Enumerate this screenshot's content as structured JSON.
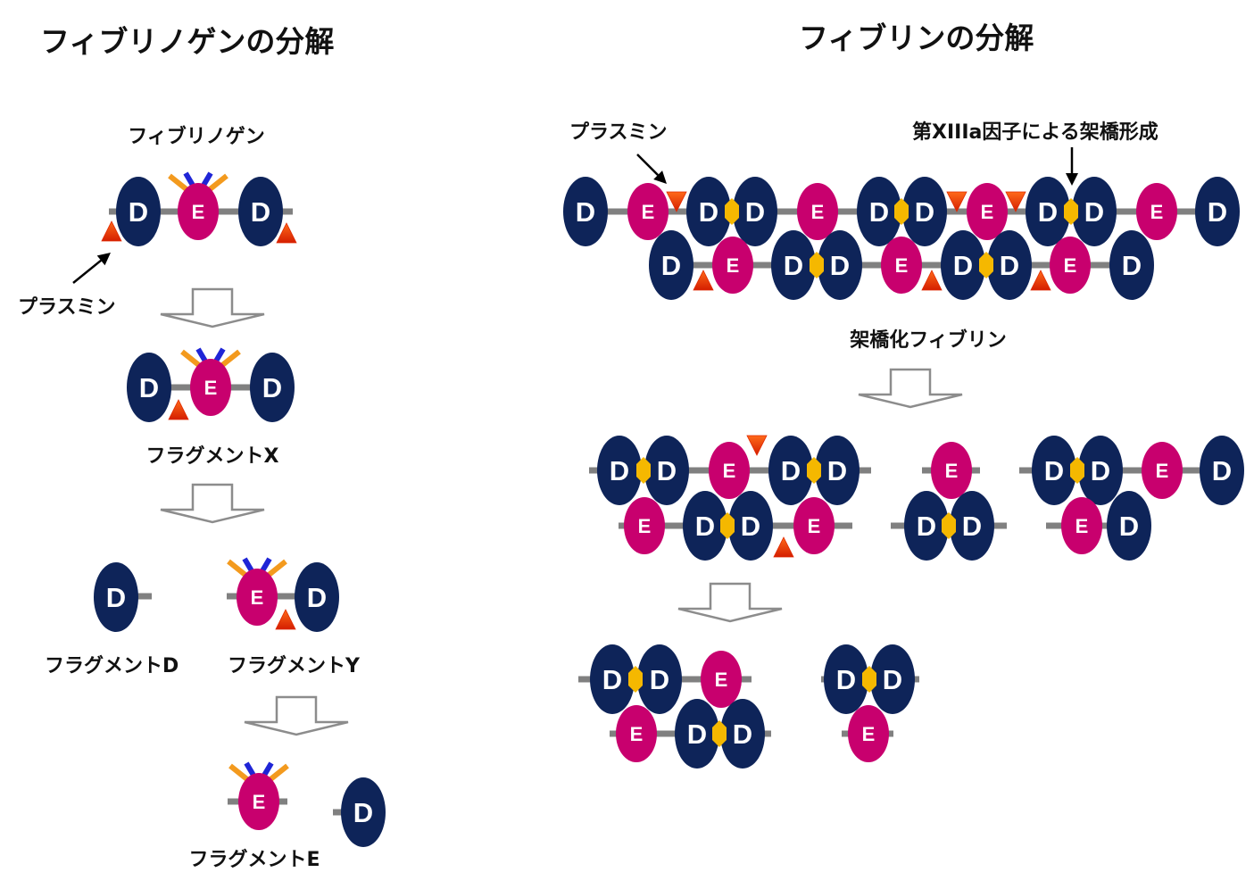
{
  "left_panel": {
    "title": "フィブリノゲンの分解",
    "fibrinogen_label": "フィブリノゲン",
    "plasmin_label": "プラスミン",
    "fragment_x_label": "フラグメントX",
    "fragment_d_label": "フラグメントD",
    "fragment_y_label": "フラグメントY",
    "fragment_e_label": "フラグメントE"
  },
  "right_panel": {
    "title": "フィブリンの分解",
    "plasmin_label": "プラスミン",
    "crosslink_label": "第XIIIa因子による架橋形成",
    "crosslinked_fibrin_label": "架橋化フィブリン"
  },
  "domain_labels": {
    "d": "D",
    "e": "E"
  },
  "colors": {
    "d_domain": "#0e2459",
    "e_domain": "#c8006e",
    "rod": "#808080",
    "crosslink": "#f5b800",
    "plasmin_site": "#e02800",
    "chain_orange": "#f39a1e",
    "chain_blue": "#1f25d6",
    "arrow_outline": "#8c8c8c"
  }
}
